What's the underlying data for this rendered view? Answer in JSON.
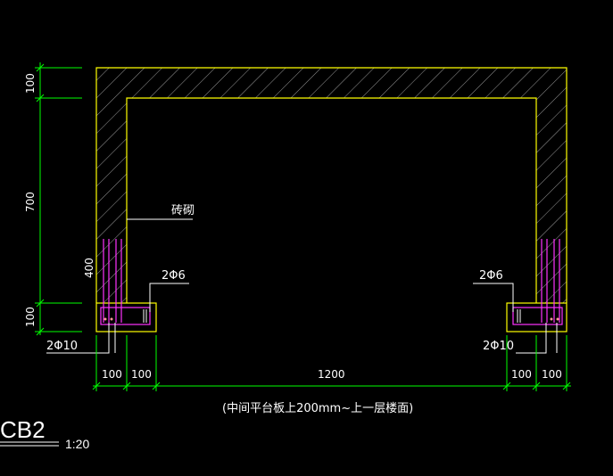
{
  "drawing": {
    "title": "CB2",
    "scale": "1:20",
    "note": "(中间平台板上200mm~上一层楼面)",
    "material_label": "砖砌",
    "rebar_stirrup_left": "2Φ6",
    "rebar_stirrup_right": "2Φ6",
    "rebar_main_left": "2Φ10",
    "rebar_main_right": "2Φ10",
    "dim_left_top": "100",
    "dim_left_mid": "700",
    "dim_left_bottom": "100",
    "dim_inner_height": "400",
    "dim_bottom": [
      "100",
      "100",
      "1200",
      "100",
      "100"
    ]
  },
  "colors": {
    "background": "#000000",
    "outline": "#ffff00",
    "hatch": "#9a9a9a",
    "dimension": "#00ff00",
    "rebar": "#ff33ff",
    "text": "#ffffff"
  }
}
